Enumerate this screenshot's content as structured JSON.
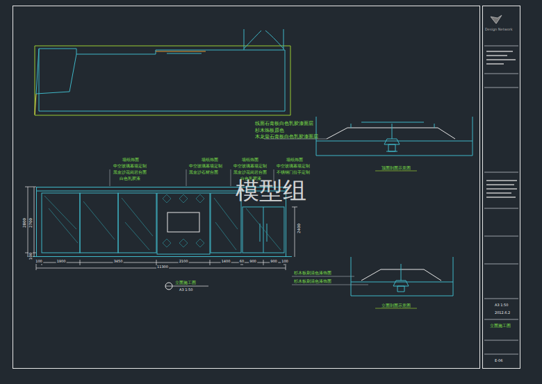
{
  "diagram": {
    "labels": [
      "线面石膏板白色乳胶漆面层",
      "杉木饰板原色",
      "木龙骨石膏板白色乳胶漆面层",
      "顶面剖面示意图",
      "墙纸饰面",
      "中空玻璃幕墙定制",
      "黑金沙花岗岩台面",
      "白色乳胶漆",
      "墙纸饰面",
      "中空玻璃幕墙定制",
      "黑金沙石材台面",
      "墙纸饰面",
      "中空玻璃幕墙定制",
      "黑金沙花岗岩台面",
      "白色乳胶漆",
      "墙纸饰面",
      "中空玻璃幕墙定制",
      "不锈钢门拉手定制",
      "模型组",
      "2800",
      "2700",
      "100",
      "2400",
      "100",
      "1900",
      "3450",
      "2100",
      "1400",
      "60",
      "900",
      "900",
      "100",
      "11300",
      "立面施工图",
      "A3 1:50",
      "杉木板刷清色漆饰面",
      "杉木板刷清色漆饰面",
      "立面剖面示意图",
      "Design Network",
      "A3 1:50",
      "2012.6.2",
      "立面施工图",
      "E-06"
    ]
  }
}
